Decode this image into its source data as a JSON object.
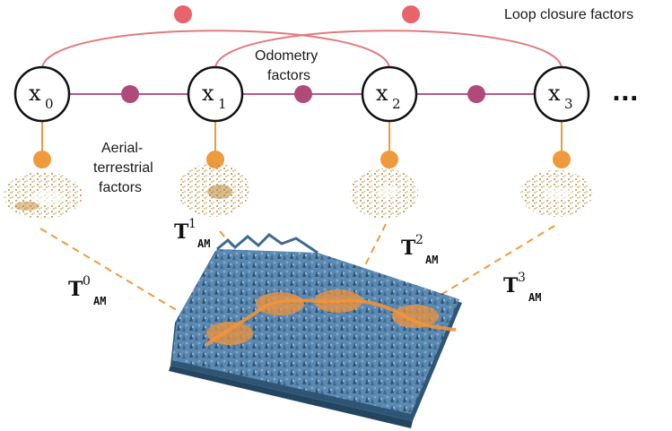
{
  "diagram": {
    "loop_closure_label": "Loop closure factors",
    "odometry_label_line1": "Odometry",
    "odometry_label_line2": "factors",
    "aerial_label_line1": "Aerial-",
    "aerial_label_line2": "terrestrial",
    "aerial_label_line3": "factors",
    "ellipsis": "...",
    "nodes": [
      {
        "base": "x",
        "index": "0"
      },
      {
        "base": "x",
        "index": "1"
      },
      {
        "base": "x",
        "index": "2"
      },
      {
        "base": "x",
        "index": "3"
      }
    ],
    "transforms": [
      {
        "base": "T",
        "sup": "0",
        "sub": "AM"
      },
      {
        "base": "T",
        "sup": "1",
        "sub": "AM"
      },
      {
        "base": "T",
        "sup": "2",
        "sub": "AM"
      },
      {
        "base": "T",
        "sup": "3",
        "sub": "AM"
      }
    ],
    "colors": {
      "loop_factor": "#e8636a",
      "loop_edge": "#e07b7f",
      "odometry_factor": "#b04a7a",
      "odometry_edge": "#b05a86",
      "aerial_factor": "#ef9a3c",
      "scan": "#c99540",
      "map_surface": "#4f7ea8",
      "map_dark": "#2f5575",
      "trajectory": "#f0943a"
    }
  }
}
